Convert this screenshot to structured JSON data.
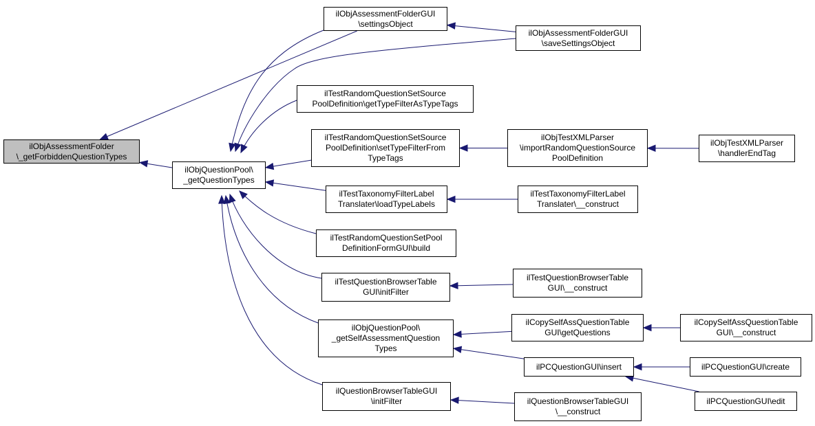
{
  "diagram": {
    "colors": {
      "edge": "#191970",
      "root_fill": "#bfbfbf",
      "node_fill": "#ffffff",
      "border": "#000000"
    },
    "nodes": [
      {
        "id": "root",
        "lines": [
          "ilObjAssessmentFolder",
          "\\_getForbiddenQuestionTypes"
        ]
      },
      {
        "id": "gqt",
        "lines": [
          "ilObjQuestionPool\\",
          "_getQuestionTypes"
        ]
      },
      {
        "id": "afso",
        "lines": [
          "ilObjAssessmentFolderGUI",
          "\\settingsObject"
        ]
      },
      {
        "id": "afsso",
        "lines": [
          "ilObjAssessmentFolderGUI",
          "\\saveSettingsObject"
        ]
      },
      {
        "id": "gtf",
        "lines": [
          "ilTestRandomQuestionSetSource",
          "PoolDefinition\\getTypeFilterAsTypeTags"
        ]
      },
      {
        "id": "stf",
        "lines": [
          "ilTestRandomQuestionSetSource",
          "PoolDefinition\\setTypeFilterFrom",
          "TypeTags"
        ]
      },
      {
        "id": "xirq",
        "lines": [
          "ilObjTestXMLParser",
          "\\importRandomQuestionSource",
          "PoolDefinition"
        ]
      },
      {
        "id": "xhet",
        "lines": [
          "ilObjTestXMLParser",
          "\\handlerEndTag"
        ]
      },
      {
        "id": "tfll",
        "lines": [
          "ilTestTaxonomyFilterLabel",
          "Translater\\loadTypeLabels"
        ]
      },
      {
        "id": "tflc",
        "lines": [
          "ilTestTaxonomyFilterLabel",
          "Translater\\__construct"
        ]
      },
      {
        "id": "rqsp",
        "lines": [
          "ilTestRandomQuestionSetPool",
          "DefinitionFormGUI\\build"
        ]
      },
      {
        "id": "tqbi",
        "lines": [
          "ilTestQuestionBrowserTable",
          "GUI\\initFilter"
        ]
      },
      {
        "id": "tqbc",
        "lines": [
          "ilTestQuestionBrowserTable",
          "GUI\\__construct"
        ]
      },
      {
        "id": "gsaq",
        "lines": [
          "ilObjQuestionPool\\",
          "_getSelfAssessmentQuestion",
          "Types"
        ]
      },
      {
        "id": "csgq",
        "lines": [
          "ilCopySelfAssQuestionTable",
          "GUI\\getQuestions"
        ]
      },
      {
        "id": "csc",
        "lines": [
          "ilCopySelfAssQuestionTable",
          "GUI\\__construct"
        ]
      },
      {
        "id": "pcins",
        "lines": [
          "ilPCQuestionGUI\\insert"
        ]
      },
      {
        "id": "pccr",
        "lines": [
          "ilPCQuestionGUI\\create"
        ]
      },
      {
        "id": "pced",
        "lines": [
          "ilPCQuestionGUI\\edit"
        ]
      },
      {
        "id": "qbi",
        "lines": [
          "ilQuestionBrowserTableGUI",
          "\\initFilter"
        ]
      },
      {
        "id": "qbc",
        "lines": [
          "ilQuestionBrowserTableGUI",
          "\\__construct"
        ]
      }
    ],
    "edges": [
      {
        "from": "gqt",
        "to": "root"
      },
      {
        "from": "afso",
        "to": "root"
      },
      {
        "from": "afso",
        "to": "gqt"
      },
      {
        "from": "afsso",
        "to": "afso"
      },
      {
        "from": "afsso",
        "to": "gqt"
      },
      {
        "from": "gtf",
        "to": "gqt"
      },
      {
        "from": "stf",
        "to": "gqt"
      },
      {
        "from": "xirq",
        "to": "stf"
      },
      {
        "from": "xhet",
        "to": "xirq"
      },
      {
        "from": "tfll",
        "to": "gqt"
      },
      {
        "from": "tflc",
        "to": "tfll"
      },
      {
        "from": "rqsp",
        "to": "gqt"
      },
      {
        "from": "tqbi",
        "to": "gqt"
      },
      {
        "from": "tqbc",
        "to": "tqbi"
      },
      {
        "from": "gsaq",
        "to": "gqt"
      },
      {
        "from": "csgq",
        "to": "gsaq"
      },
      {
        "from": "csc",
        "to": "csgq"
      },
      {
        "from": "pcins",
        "to": "gsaq"
      },
      {
        "from": "pccr",
        "to": "pcins"
      },
      {
        "from": "pced",
        "to": "pcins"
      },
      {
        "from": "qbi",
        "to": "gqt"
      },
      {
        "from": "qbc",
        "to": "qbi"
      }
    ]
  }
}
